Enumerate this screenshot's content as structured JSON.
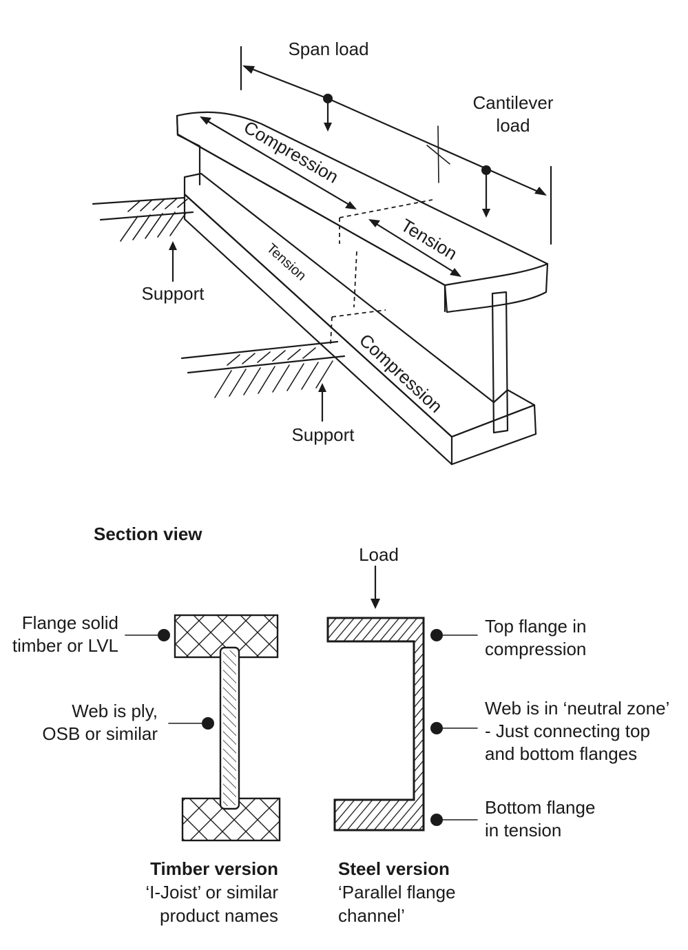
{
  "beam": {
    "span_load": "Span load",
    "cantilever_load_line1": "Cantilever",
    "cantilever_load_line2": "load",
    "top_compression": "Compression",
    "top_tension": "Tension",
    "bottom_tension": "Tension",
    "bottom_compression": "Compression",
    "support_left": "Support",
    "support_right": "Support"
  },
  "section": {
    "heading": "Section view",
    "load": "Load",
    "timber_labels": {
      "flange_line1": "Flange solid",
      "flange_line2": "timber or LVL",
      "web_line1": "Web is ply,",
      "web_line2": "OSB or similar"
    },
    "steel_labels": {
      "top_line1": "Top flange in",
      "top_line2": "compression",
      "web_line1": "Web is in ‘neutral zone’",
      "web_line2": "- Just connecting top",
      "web_line3": "and bottom flanges",
      "bottom_line1": "Bottom flange",
      "bottom_line2": "in tension"
    },
    "timber_caption": {
      "title": "Timber version",
      "line1": "‘I-Joist’ or similar",
      "line2": "product names"
    },
    "steel_caption": {
      "title": "Steel version",
      "line1": "‘Parallel flange",
      "line2": "channel’"
    }
  }
}
